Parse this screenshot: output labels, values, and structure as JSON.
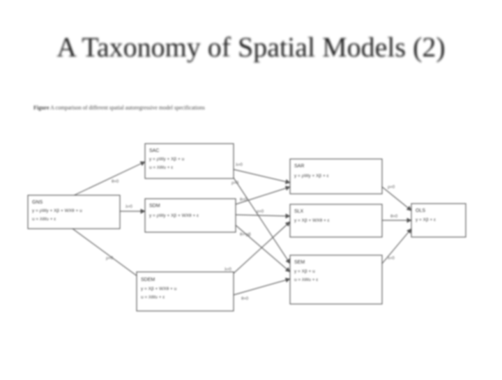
{
  "slide": {
    "title": "A Taxonomy of Spatial Models (2)",
    "caption_prefix": "Figure",
    "caption_text": "A comparison of different spatial autoregressive model specifications"
  },
  "diagram": {
    "nodes": [
      {
        "id": "gns",
        "title": "GNS",
        "lines": [
          "y = ρWy + Xβ + WXθ + u",
          "u = λWu + ε"
        ]
      },
      {
        "id": "sac",
        "title": "SAC",
        "lines": [
          "y = ρWy + Xβ + u",
          "u = λWu + ε"
        ]
      },
      {
        "id": "sdm",
        "title": "SDM",
        "lines": [
          "y = ρWy + Xβ + WXθ + ε"
        ]
      },
      {
        "id": "sdem",
        "title": "SDEM",
        "lines": [
          "y = Xβ + WXθ + u",
          "u = λWu + ε"
        ]
      },
      {
        "id": "sar",
        "title": "SAR",
        "lines": [
          "y = ρWy + Xβ + ε"
        ]
      },
      {
        "id": "slx",
        "title": "SLX",
        "lines": [
          "y = Xβ + WXθ + ε"
        ]
      },
      {
        "id": "sem",
        "title": "SEM",
        "lines": [
          "y = Xβ + u",
          "u = λWu + ε"
        ]
      },
      {
        "id": "ols",
        "title": "OLS",
        "lines": [
          "y = Xβ + ε"
        ]
      }
    ],
    "edge_labels": {
      "gns_sac": "θ=0",
      "gns_sdm": "λ=0",
      "gns_sdem": "ρ=0",
      "sac_sar": "λ=0",
      "sac_sem": "ρ=0",
      "sdm_sar": "θ=0",
      "sdm_slx": "ρ=0",
      "sdm_sem": "θ=-ρβ",
      "sdem_slx": "λ=0",
      "sdem_sem": "θ=0",
      "sar_ols": "ρ=0",
      "slx_ols": "θ=0",
      "sem_ols": "λ=0"
    }
  }
}
